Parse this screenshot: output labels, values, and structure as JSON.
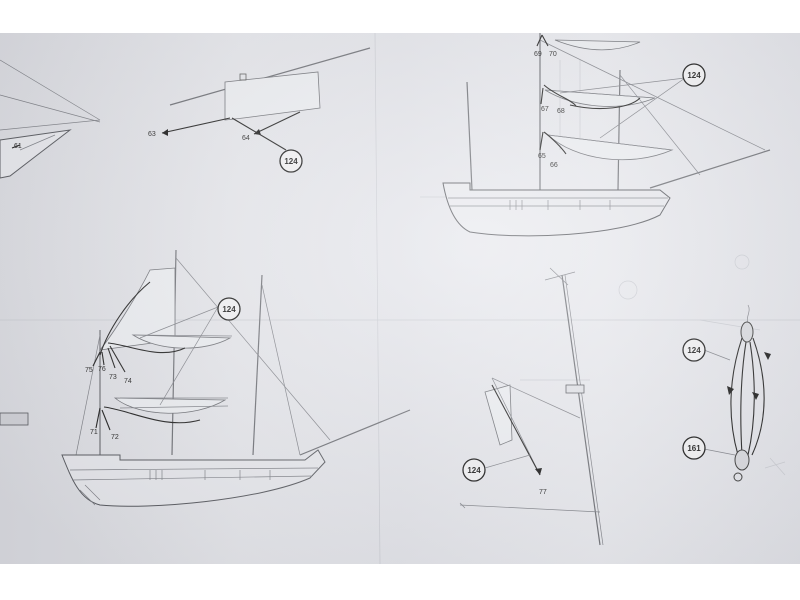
{
  "callouts": {
    "c1": "124",
    "c2": "124",
    "c3": "124",
    "c4": "124",
    "c5": "124",
    "c6": "161"
  },
  "labels": {
    "n61": "61",
    "n63": "63",
    "n64": "64",
    "n69": "69",
    "n70": "70",
    "n67": "67",
    "n68": "68",
    "n65": "65",
    "n66": "66",
    "n75": "75",
    "n76": "76",
    "n73": "73",
    "n74": "74",
    "n71": "71",
    "n72": "72",
    "n77": "77"
  }
}
